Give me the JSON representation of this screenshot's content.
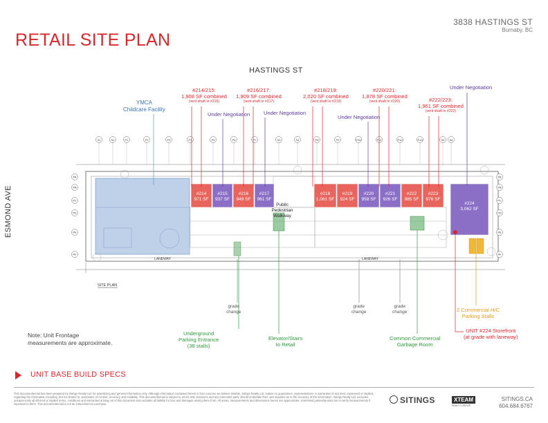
{
  "header": {
    "title": "RETAIL SITE PLAN",
    "address_line1": "3838 HASTINGS ST",
    "address_line2": "Burnaby, BC"
  },
  "streets": {
    "north": "HASTINGS ST",
    "west": "ESMOND AVE",
    "laneway": "LANEWAY"
  },
  "plan_labels": {
    "site_plan": "SITE PLAN",
    "public_walkway": [
      "Public",
      "Pedestrian",
      "Walkway"
    ]
  },
  "grid_refs": {
    "top": [
      "S1",
      "S2",
      "P1",
      "P2",
      "P3",
      "P4",
      "P5",
      "P6",
      "P7",
      "S3",
      "S4",
      "P8",
      "P9",
      "P10",
      "P11",
      "P12",
      "P13",
      "S5",
      "S6"
    ],
    "left": [
      "PA",
      "PB",
      "PC",
      "PD",
      "PE",
      "PF"
    ],
    "right": [
      "PA",
      "PB",
      "PC",
      "PD",
      "PE",
      "PF"
    ]
  },
  "callouts": {
    "ymca": [
      "YMCA",
      "Childcare Facility"
    ],
    "u214_215": [
      "#214/215:",
      "1,908 SF combined",
      "(vent shaft in #215)"
    ],
    "u216_217": [
      "#216/217:",
      "1,909 SF combined",
      "(vent shaft in #217)"
    ],
    "u218_219": [
      "#218/219:",
      "2,020 SF combined",
      "(vent shaft in #219)"
    ],
    "u220_221": [
      "#220/221:",
      "1,878 SF combined",
      "(vent shaft in #220)"
    ],
    "u222_223": [
      "#222/223:",
      "1,961 SF combined",
      "(vent shaft in #222)"
    ],
    "negotiation_1": "Under Negotiation",
    "negotiation_2": "Under Negotiation",
    "negotiation_3": "Under Negotiation",
    "negotiation_4": "Under Negotiation",
    "grade_change_1": [
      "grade",
      "change"
    ],
    "grade_change_2": [
      "grade",
      "change"
    ],
    "grade_change_3": [
      "grade",
      "change"
    ],
    "parking_entrance": [
      "Underground",
      "Parking Entrance",
      "(38 stalls)"
    ],
    "elevator": [
      "Elevator/Stairs",
      "to Retail"
    ],
    "garbage": [
      "Common Commercial",
      "Garbage Room"
    ],
    "hc_parking": [
      "2 Commercial H/C",
      "Parking Stalls"
    ],
    "unit224_storefront": [
      "UNIT #224 Storefront",
      "(at grade with laneway)"
    ]
  },
  "units": [
    {
      "id": "#214",
      "sf": "971 SF",
      "status": "leased"
    },
    {
      "id": "#215",
      "sf": "937 SF",
      "status": "negotiation"
    },
    {
      "id": "#216",
      "sf": "949 SF",
      "status": "leased"
    },
    {
      "id": "#217",
      "sf": "961 SF",
      "status": "negotiation"
    },
    {
      "id": "#218",
      "sf": "1,061 SF",
      "status": "leased"
    },
    {
      "id": "#219",
      "sf": "924 SF",
      "status": "leased"
    },
    {
      "id": "#220",
      "sf": "959 SF",
      "status": "negotiation"
    },
    {
      "id": "#221",
      "sf": "926 SF",
      "status": "negotiation"
    },
    {
      "id": "#222",
      "sf": "985 SF",
      "status": "leased"
    },
    {
      "id": "#223",
      "sf": "976 SF",
      "status": "leased"
    },
    {
      "id": "#224",
      "sf": "3,062 SF",
      "status": "negotiation"
    }
  ],
  "note": [
    "Note: Unit Frontage",
    "measurements are approximate."
  ],
  "specs_link": "UNIT BASE BUILD SPECS",
  "footer": {
    "disclaimer": "This document/email has been prepared by Sitings Realty Ltd. for advertising and general information only. Although information contained herein is from sources we believe reliable, Sitings Realty Ltd. makes no guarantees, representations or warranties of any kind, expressed or implied, regarding the information including, but not limited to, warranties of content, accuracy and reliability. This document/email is subject to errors and omissions and any interested party should undertake their own inquiries as to the accuracy of the information. Sitings Realty Ltd. excludes unequivocally all inferred or implied terms, conditions and warranties arising out of this document and excludes all liability for loss and damages arising there from. All areas, measurements and dimensions herein are approximate. Interested parties/tenants are to verify measurements if important to them. This document/email is not an inducement to purchase.",
    "logo_sitings": "SITINGS",
    "logo_xteam": "XTEAM",
    "logo_xteam_sub": "REALTY GROUP",
    "website": "SITINGS.CA",
    "phone": "604.684.6767"
  },
  "colors": {
    "accent": "#d9262b",
    "leased_fill": "#e8655e",
    "negotiation_fill": "#8b6fc6",
    "ymca_fill": "#a9c1e0",
    "green_marker": "#58a860",
    "hc_stall": "#f0b932"
  }
}
